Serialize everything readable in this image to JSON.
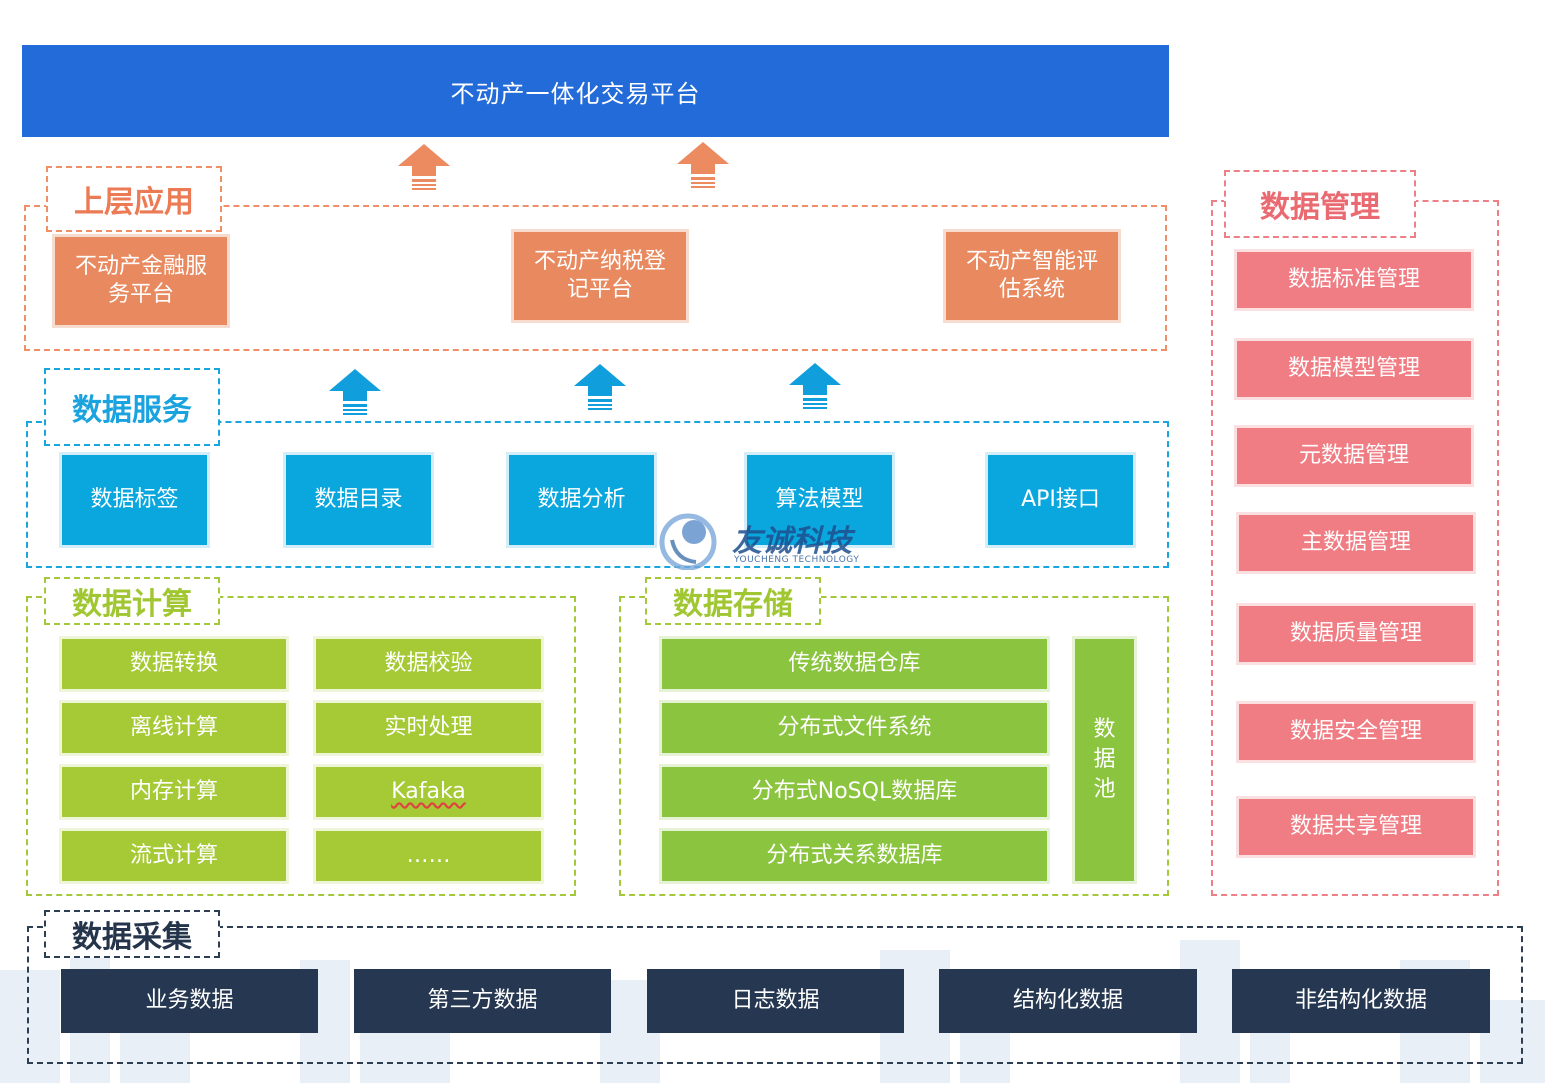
{
  "platform": {
    "title": "不动产一体化交易平台"
  },
  "upper_app": {
    "title": "上层应用",
    "items": [
      "不动产金融服务平台",
      "不动产纳税登记平台",
      "不动产智能评估系统"
    ]
  },
  "data_service": {
    "title": "数据服务",
    "items": [
      "数据标签",
      "数据目录",
      "数据分析",
      "算法模型",
      "API接口"
    ]
  },
  "data_compute": {
    "title": "数据计算",
    "items": [
      "数据转换",
      "数据校验",
      "离线计算",
      "实时处理",
      "内存计算",
      "Kafaka",
      "流式计算",
      "……"
    ]
  },
  "data_storage": {
    "title": "数据存储",
    "items": [
      "传统数据仓库",
      "分布式文件系统",
      "分布式NoSQL数据库",
      "分布式关系数据库"
    ],
    "pool": [
      "数",
      "据",
      "池"
    ]
  },
  "data_management": {
    "title": "数据管理",
    "items": [
      "数据标准管理",
      "数据模型管理",
      "元数据管理",
      "主数据管理",
      "数据质量管理",
      "数据安全管理",
      "数据共享管理"
    ]
  },
  "data_collection": {
    "title": "数据采集",
    "items": [
      "业务数据",
      "第三方数据",
      "日志数据",
      "结构化数据",
      "非结构化数据"
    ]
  },
  "watermark": {
    "brand": "友诚科技",
    "tagline": "YOUCHENG TECHNOLOGY"
  },
  "colors": {
    "banner": "#236bd8",
    "orange": "#e8895f",
    "blue": "#0aa7df",
    "lime": "#a6ca36",
    "green": "#8bc43f",
    "pink": "#ef7d83",
    "navy": "#263851"
  }
}
